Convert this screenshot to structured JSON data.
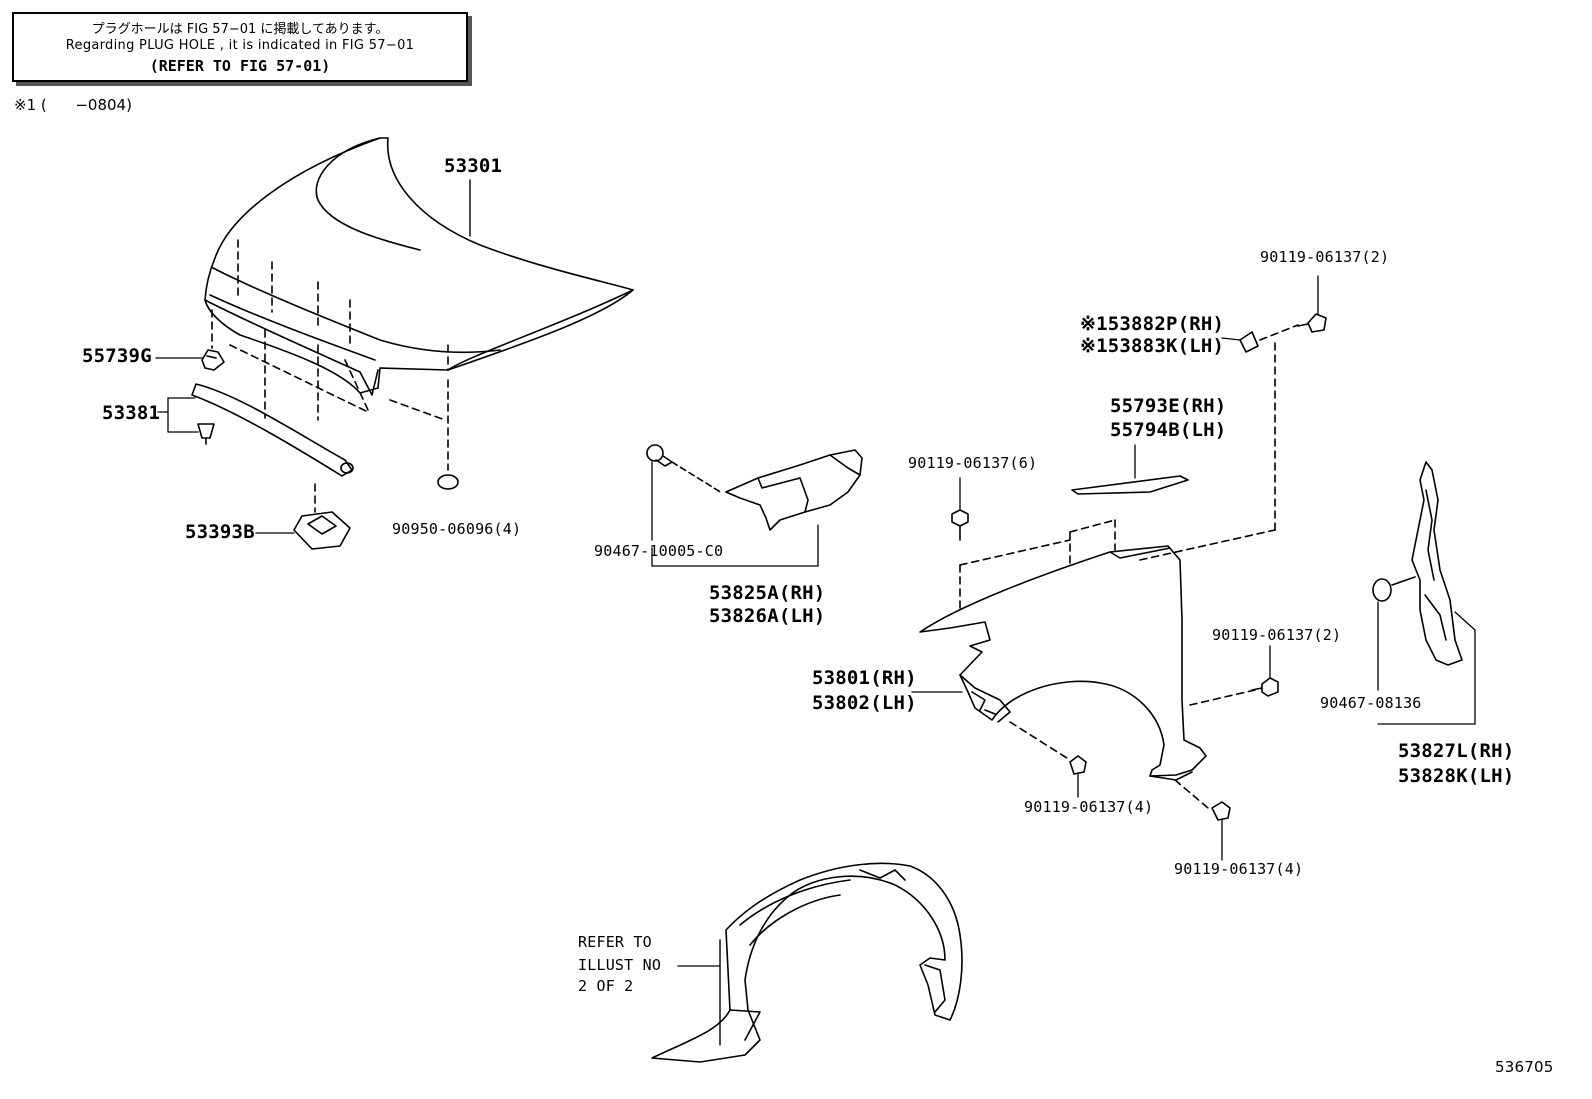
{
  "note": {
    "jp": "プラグホールは FIG 57−01 に掲載してあります。",
    "en": "Regarding  PLUG  HOLE , it is indicated in FIG  57−01",
    "ref": "(REFER TO FIG 57-01)"
  },
  "remark": "※1 (      −0804)",
  "parts": {
    "hood": "53301",
    "hood_cushion": "55739G",
    "clip_53381": "53381",
    "seal_cap": "53393B",
    "plug_90950": "90950-06096(4)",
    "clip_90467_10005": "90467-10005-C0",
    "seal_rh_53825": "53825A(RH)",
    "seal_lh_53826": "53826A(LH)",
    "screw_top_right": "90119-06137(2)",
    "bracket_rh": "※153882P(RH)",
    "bracket_lh": "※153883K(LH)",
    "seal_rh_55793": "55793E(RH)",
    "seal_lh_55794": "55794B(LH)",
    "screw_fender_top": "90119-06137(6)",
    "fender_rh": "53801(RH)",
    "fender_lh": "53802(LH)",
    "screw_mid_right": "90119-06137(2)",
    "screw_bottom_left": "90119-06137(4)",
    "screw_bottom_right": "90119-06137(4)",
    "clip_90467_08136": "90467-08136",
    "seal_rh_53827": "53827L(RH)",
    "seal_lh_53828": "53828K(LH)"
  },
  "liner_ref": {
    "line1": "REFER TO",
    "line2": "ILLUST NO",
    "line3": "2 OF 2"
  },
  "illustration_id": "536705"
}
